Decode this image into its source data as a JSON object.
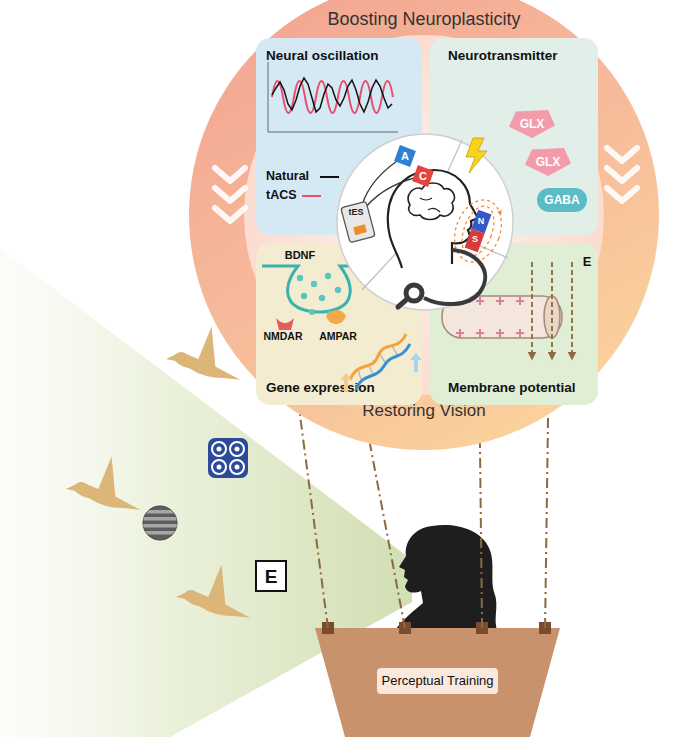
{
  "diagram": {
    "nodes": [
      {
        "text": [
          "Boosting Neuroplasticity",
          "Restoring Vision"
        ]
      },
      {
        "text": [
          "Neural oscillation"
        ],
        "in": 0
      },
      {
        "text": [
          "Neurotransmitter"
        ],
        "in": 0
      },
      {
        "text": [
          "GLX"
        ],
        "in": 2
      },
      {
        "text": [
          "GLX"
        ],
        "in": 2
      },
      {
        "text": [
          "GABA"
        ],
        "in": 2
      },
      {
        "text": [
          "Gene expression"
        ],
        "in": 0
      },
      {
        "text": [
          "Membrane potential"
        ],
        "in": 0
      },
      {
        "text": [
          "E"
        ]
      },
      {
        "text": [
          "Perceptual Training"
        ]
      }
    ],
    "edges": [
      {
        "from": 9,
        "to": 0,
        "arrow": "none"
      },
      {
        "from": 9,
        "to": 0,
        "arrow": "none"
      },
      {
        "from": 9,
        "to": 0,
        "arrow": "none"
      },
      {
        "from": 9,
        "to": 0,
        "arrow": "none"
      }
    ],
    "labels": [
      "A",
      "C",
      "tES",
      "N",
      "S",
      "BDNF",
      "NMDAR",
      "AMPAR",
      "E"
    ],
    "legend": [
      {
        "text": "Natural"
      },
      {
        "text": "tACS"
      }
    ]
  }
}
